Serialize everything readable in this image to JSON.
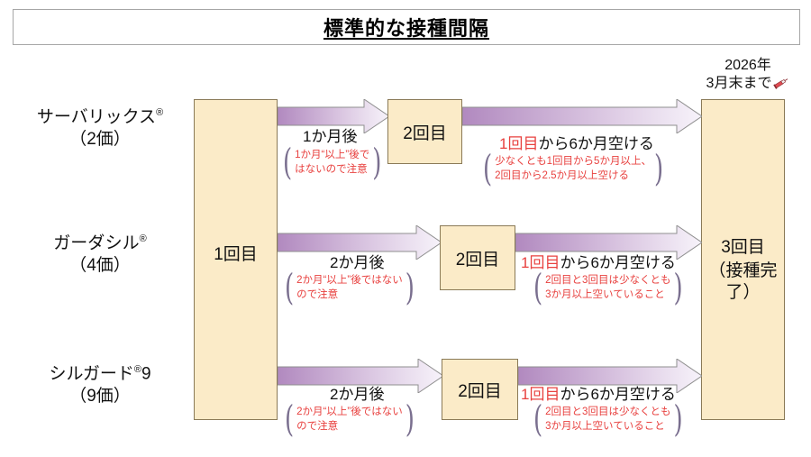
{
  "header": {
    "title": "標準的な接種間隔"
  },
  "deadline": {
    "line1": "2026年",
    "line2": "3月末まで",
    "icon": "syringe-icon"
  },
  "colors": {
    "box_fill": "#fbebc8",
    "box_border": "#8a7a57",
    "arrow_dark": "#b189bf",
    "arrow_light": "#f2ecf6",
    "accent_red": "#e8413f",
    "bracket": "#7a6f8f",
    "title_border": "#a6a6a6"
  },
  "first_dose": {
    "label": "1回目"
  },
  "final_dose": {
    "line1": "3回目",
    "line2": "（接種完了）"
  },
  "rows": [
    {
      "vaccine_name": "サーバリックス",
      "vaccine_sup": "®",
      "vaccine_suffix": "",
      "valency": "（2価）",
      "second_dose_label": "2回目",
      "interval1": {
        "caption": "1か月後",
        "note_lines": [
          "1か月“以上”後で",
          "はないので注意"
        ]
      },
      "interval2": {
        "caption_red": "1回目",
        "caption_rest": "から6か月空ける",
        "note_lines": [
          "少なくとも1回目から5か月以上、",
          "2回目から2.5か月以上空ける"
        ]
      }
    },
    {
      "vaccine_name": "ガーダシル",
      "vaccine_sup": "®",
      "vaccine_suffix": "",
      "valency": "（4価）",
      "second_dose_label": "2回目",
      "interval1": {
        "caption": "2か月後",
        "note_lines": [
          "2か月“以上”後ではない",
          "ので注意"
        ]
      },
      "interval2": {
        "caption_red": "1回目",
        "caption_rest": "から6か月空ける",
        "note_lines": [
          "2回目と3回目は少なくとも",
          "3か月以上空いていること"
        ]
      }
    },
    {
      "vaccine_name": "シルガード",
      "vaccine_sup": "®",
      "vaccine_suffix": "9",
      "valency": "（9価）",
      "second_dose_label": "2回目",
      "interval1": {
        "caption": "2か月後",
        "note_lines": [
          "2か月“以上”後ではない",
          "ので注意"
        ]
      },
      "interval2": {
        "caption_red": "1回目",
        "caption_rest": "から6か月空ける",
        "note_lines": [
          "2回目と3回目は少なくとも",
          "3か月以上空いていること"
        ]
      }
    }
  ]
}
